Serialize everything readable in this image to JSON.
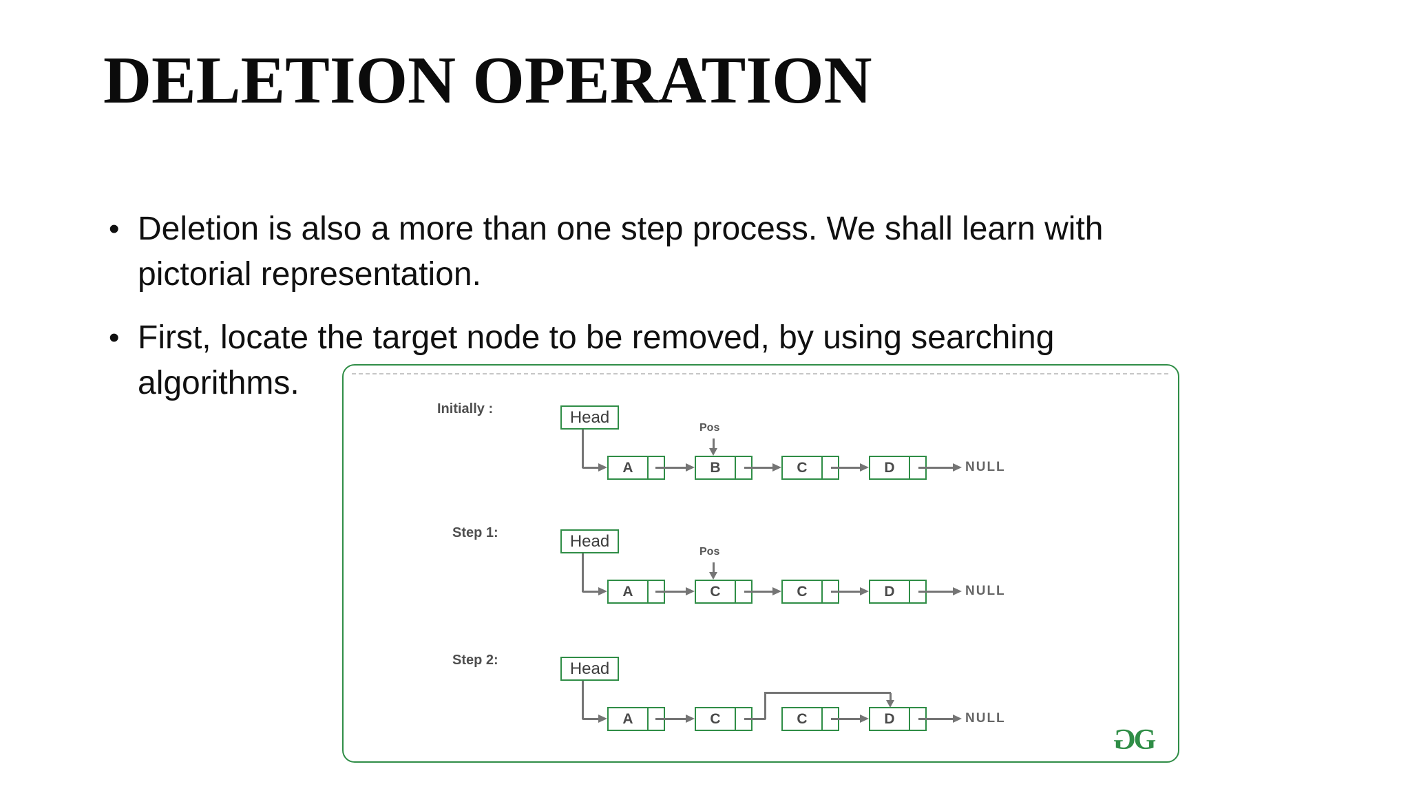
{
  "title": "DELETION OPERATION",
  "bullet_glyph": "•",
  "bullets": [
    {
      "lines": [
        "Deletion is also a more than one step process. We shall learn with",
        "pictorial representation."
      ]
    },
    {
      "lines": [
        "First, locate the target node to be removed, by using searching",
        "algorithms."
      ]
    }
  ],
  "colors": {
    "accent_green": "#2f8d46",
    "connector_gray": "#757575",
    "body_text": "#101010"
  },
  "diagram": {
    "head_label": "Head",
    "pos_label": "Pos",
    "null_label": "NULL",
    "logo_letters": {
      "left": "G",
      "right": "G"
    },
    "rows": [
      {
        "label": "Initially :",
        "nodes": [
          "A",
          "B",
          "C",
          "D"
        ],
        "has_pos": true,
        "pos_over": "B",
        "bypass": false
      },
      {
        "label": "Step 1:",
        "nodes": [
          "A",
          "C",
          "C",
          "D"
        ],
        "has_pos": true,
        "pos_over": "C",
        "bypass": false
      },
      {
        "label": "Step 2:",
        "nodes": [
          "A",
          "C",
          "C",
          "D"
        ],
        "has_pos": false,
        "pos_over": null,
        "bypass": true
      }
    ]
  }
}
